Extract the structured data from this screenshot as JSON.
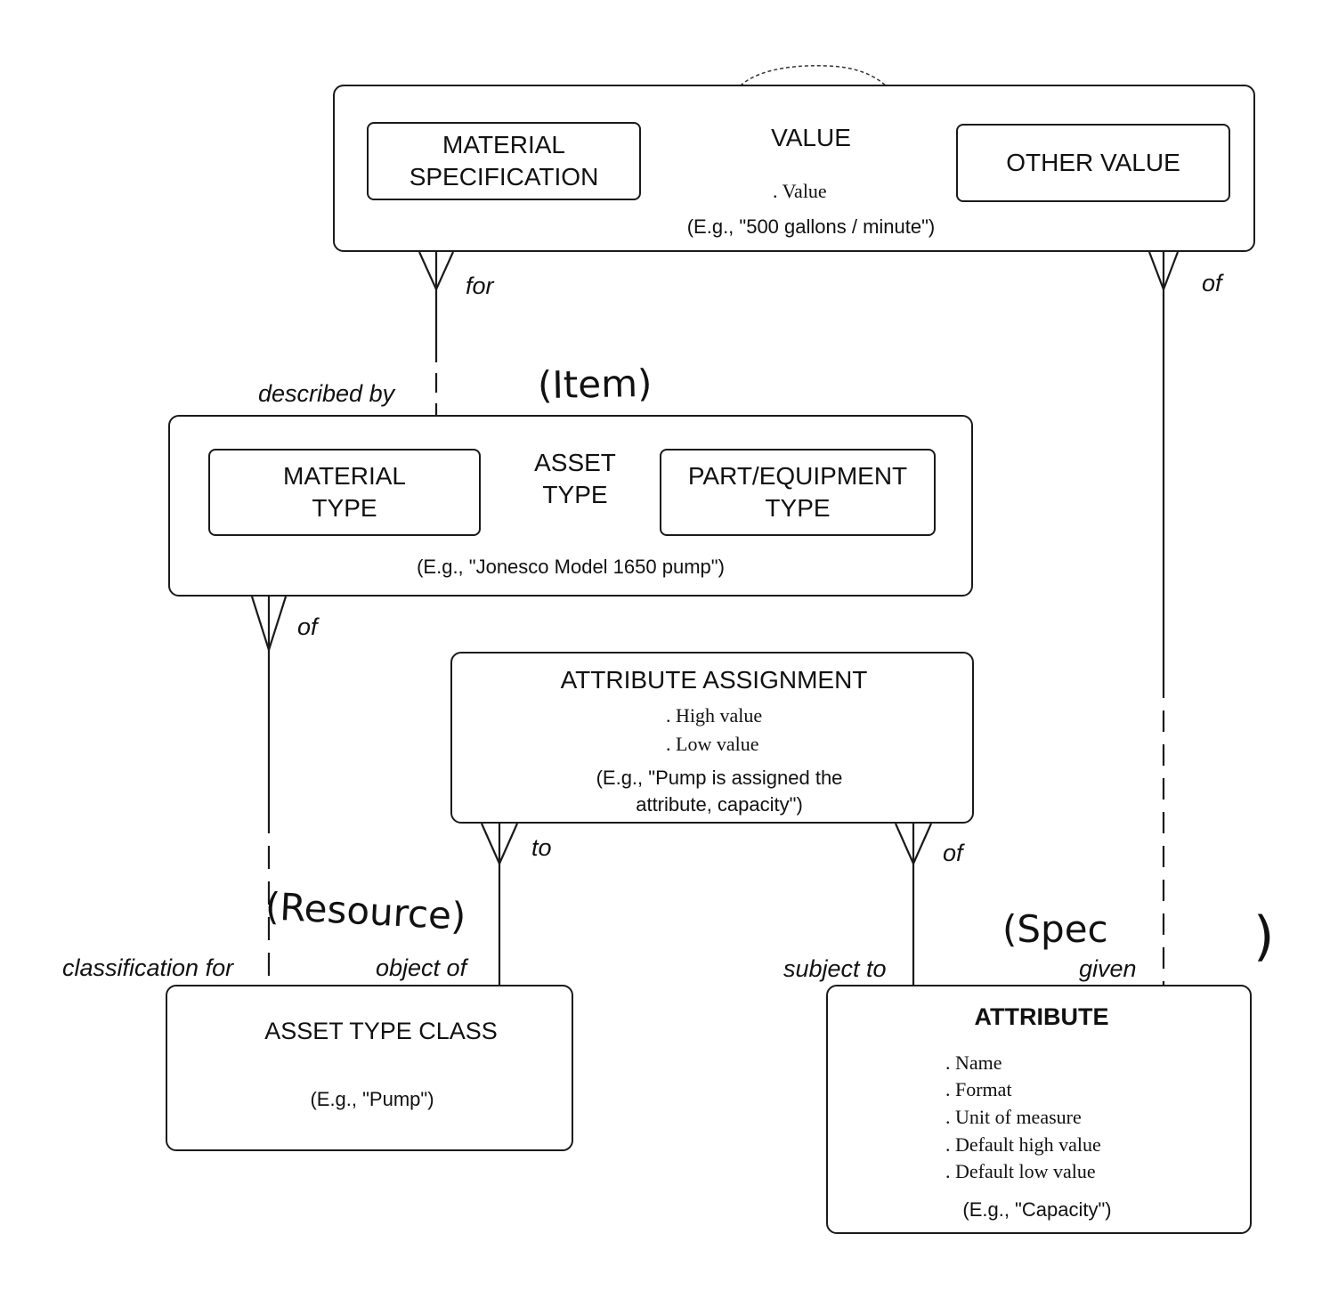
{
  "value_box": {
    "title": "VALUE",
    "attribute": ". Value",
    "example": "(E.g., \"500 gallons / minute\")",
    "sub_left": "MATERIAL SPECIFICATION",
    "sub_right": "OTHER VALUE"
  },
  "asset_type_box": {
    "title_line1": "ASSET",
    "title_line2": "TYPE",
    "sub_left_line1": "MATERIAL",
    "sub_left_line2": "TYPE",
    "sub_right_line1": "PART/EQUIPMENT",
    "sub_right_line2": "TYPE",
    "example": "(E.g., \"Jonesco Model 1650 pump\")"
  },
  "attribute_assignment_box": {
    "title": "ATTRIBUTE ASSIGNMENT",
    "attributes": [
      ". High value",
      ". Low value"
    ],
    "example_line1": "(E.g., \"Pump is assigned the",
    "example_line2": "attribute, capacity\")"
  },
  "asset_type_class_box": {
    "title": "ASSET TYPE CLASS",
    "example": "(E.g., \"Pump\")"
  },
  "attribute_box": {
    "title": "ATTRIBUTE",
    "attributes": [
      ". Name",
      ". Format",
      ". Unit of measure",
      ". Default high value",
      ". Default low value"
    ],
    "example": "(E.g., \"Capacity\")"
  },
  "relationship_labels": {
    "for": "for",
    "described_by": "described by",
    "of_value": "of",
    "given": "given",
    "of_asset_type": "of",
    "classification_for": "classification for",
    "to": "to",
    "object_of": "object of",
    "of_attribute": "of",
    "subject_to": "subject to"
  },
  "handwritten_notes": {
    "item": "(Item)",
    "resource": "(Resource)",
    "spec_open": "(Spec",
    "spec_close": ")"
  }
}
